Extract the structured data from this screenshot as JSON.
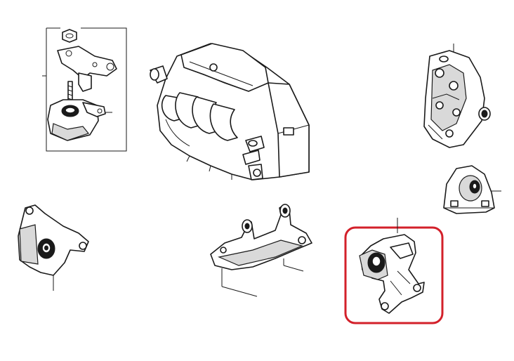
{
  "diagram": {
    "highlight_color": "#d3202a",
    "line_color": "#1a1a1a",
    "background": "#ffffff",
    "parts": [
      {
        "name": "engine-block-assembly"
      },
      {
        "name": "mount-with-bracket-top-left"
      },
      {
        "name": "side-mount-bracket-top-right"
      },
      {
        "name": "rubber-mount-right"
      },
      {
        "name": "rubber-mount-left"
      },
      {
        "name": "rear-mount-bracket-center"
      },
      {
        "name": "transmission-mount-highlighted"
      }
    ]
  }
}
